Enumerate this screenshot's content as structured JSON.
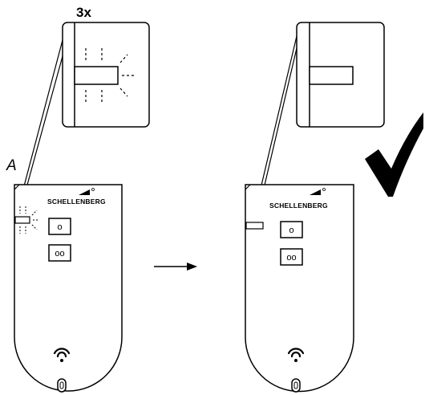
{
  "figure": {
    "blink_count_label": "3x",
    "callout_label": "A",
    "left_device": {
      "brand": "SCHELLENBERG",
      "button_top": "o",
      "button_bottom": "oo"
    },
    "right_device": {
      "brand": "SCHELLENBERG",
      "button_top": "o",
      "button_bottom": "oo"
    },
    "arrow": "arrow-right-icon",
    "success": "checkmark-icon",
    "colors": {
      "line": "#000000",
      "background": "#ffffff",
      "checkmark": "#000000"
    }
  }
}
